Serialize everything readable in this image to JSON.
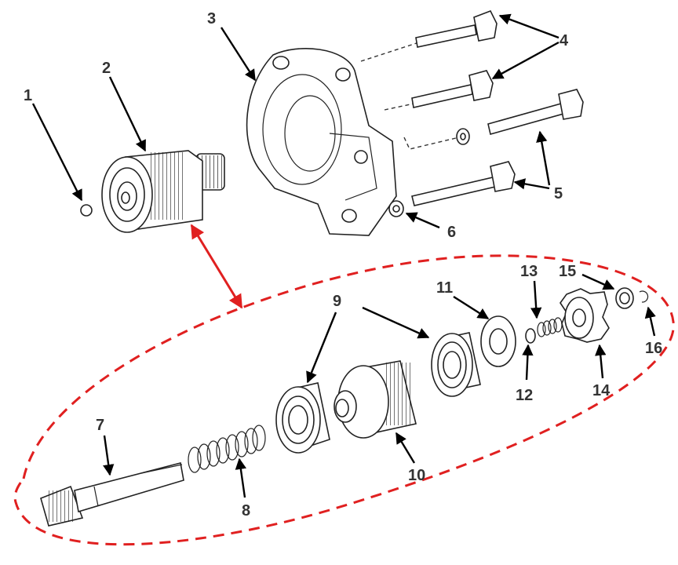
{
  "callouts": [
    "1",
    "2",
    "3",
    "4",
    "5",
    "6",
    "7",
    "8",
    "9",
    "10",
    "11",
    "12",
    "13",
    "14",
    "15",
    "16"
  ],
  "colors": {
    "group_outline": "#e02020",
    "leader_arrow": "#000000",
    "line_art": "#222222",
    "label_text": "#333333"
  }
}
